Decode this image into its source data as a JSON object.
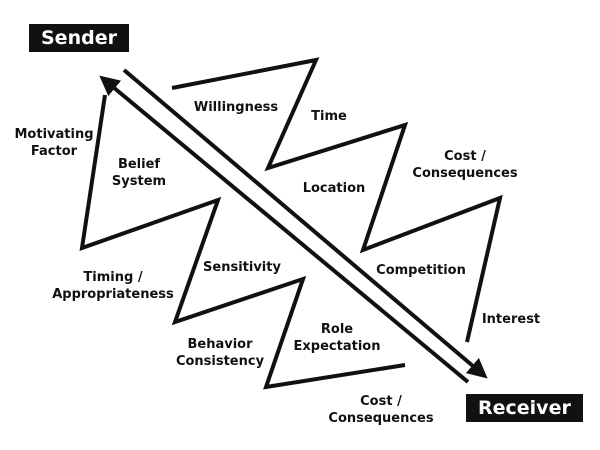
{
  "endpoints": {
    "sender": "Sender",
    "receiver": "Receiver"
  },
  "labels": {
    "willingness": "Willingness",
    "time": "Time",
    "cost_top_1": "Cost /",
    "cost_top_2": "Consequences",
    "location": "Location",
    "motivating_1": "Motivating",
    "motivating_2": "Factor",
    "belief_1": "Belief",
    "belief_2": "System",
    "competition": "Competition",
    "interest": "Interest",
    "sensitivity": "Sensitivity",
    "timing_1": "Timing /",
    "timing_2": "Appropriateness",
    "role_1": "Role",
    "role_2": "Expectation",
    "behavior_1": "Behavior",
    "behavior_2": "Consistency",
    "cost_bottom_1": "Cost /",
    "cost_bottom_2": "Consequences"
  },
  "colors": {
    "ink": "#111111",
    "box_bg": "#111111",
    "box_text": "#ffffff"
  }
}
